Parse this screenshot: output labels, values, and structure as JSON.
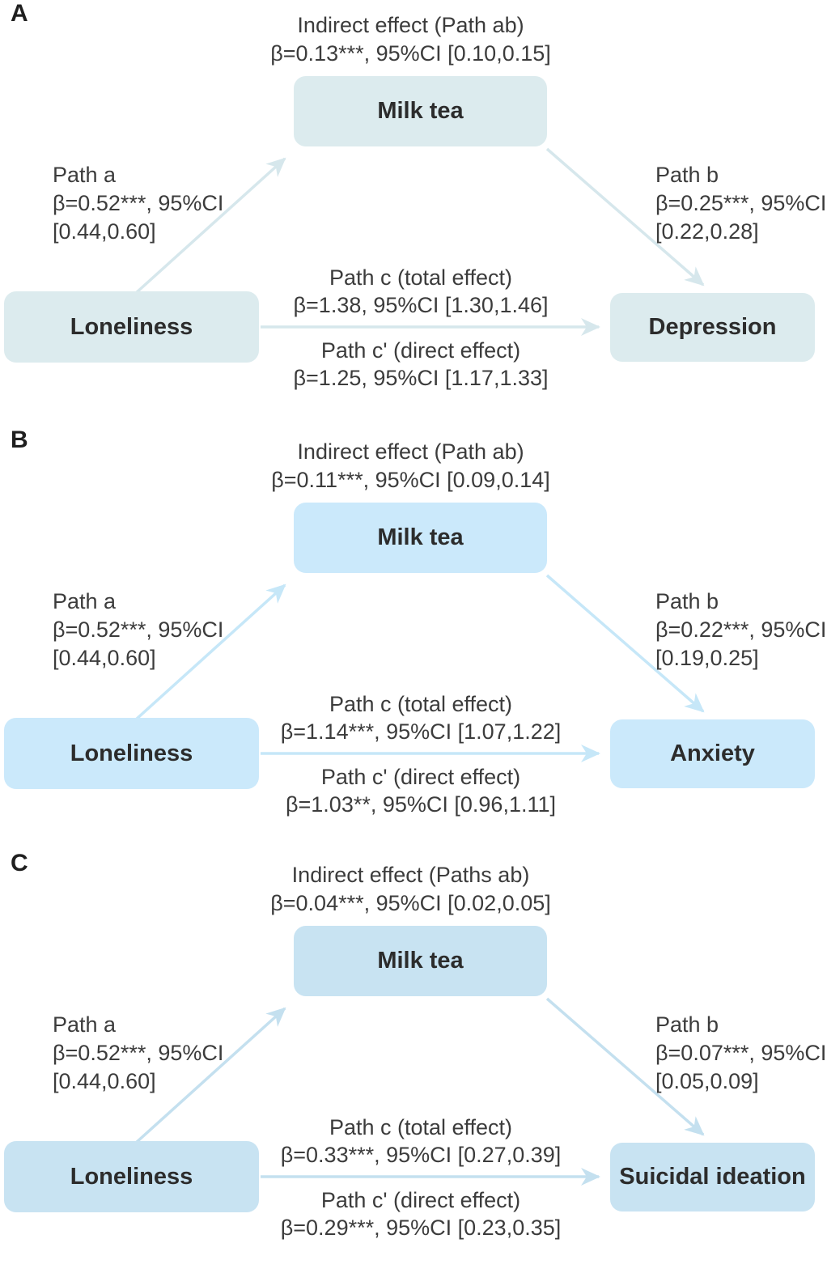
{
  "figure": {
    "background": "#ffffff",
    "text_color": "#3c3c3c",
    "description": "Three-panel mediation path diagrams: Loneliness -> Milk tea -> outcome"
  },
  "panels": [
    {
      "letter": "A",
      "indirect": {
        "title": "Indirect effect (Path ab)",
        "value": "β=0.13***, 95%CI [0.10,0.15]"
      },
      "nodes": {
        "mediator": "Milk tea",
        "predictor": "Loneliness",
        "outcome": "Depression"
      },
      "path_a": {
        "line1": "Path a",
        "line2": "β=0.52***, 95%CI",
        "line3": "[0.44,0.60]"
      },
      "path_b": {
        "line1": "Path b",
        "line2": "β=0.25***, 95%CI",
        "line3": "[0.22,0.28]"
      },
      "path_c_total": {
        "line1": "Path c (total effect)",
        "line2": "β=1.38, 95%CI [1.30,1.46]"
      },
      "path_c_direct": {
        "line1": "Path c' (direct effect)",
        "line2": "β=1.25, 95%CI [1.17,1.33]"
      },
      "colors": {
        "box": "#dcebee",
        "arrow": "#d6e7ec"
      }
    },
    {
      "letter": "B",
      "indirect": {
        "title": "Indirect effect (Path ab)",
        "value": "β=0.11***, 95%CI [0.09,0.14]"
      },
      "nodes": {
        "mediator": "Milk tea",
        "predictor": "Loneliness",
        "outcome": "Anxiety"
      },
      "path_a": {
        "line1": "Path a",
        "line2": "β=0.52***, 95%CI",
        "line3": "[0.44,0.60]"
      },
      "path_b": {
        "line1": "Path b",
        "line2": "β=0.22***, 95%CI",
        "line3": "[0.19,0.25]"
      },
      "path_c_total": {
        "line1": "Path c (total effect)",
        "line2": "β=1.14***, 95%CI [1.07,1.22]"
      },
      "path_c_direct": {
        "line1": "Path c' (direct effect)",
        "line2": "β=1.03**, 95%CI [0.96,1.11]"
      },
      "colors": {
        "box": "#cbe9fb",
        "arrow": "#c6e7f8"
      }
    },
    {
      "letter": "C",
      "indirect": {
        "title": "Indirect effect (Paths ab)",
        "value": "β=0.04***, 95%CI [0.02,0.05]"
      },
      "nodes": {
        "mediator": "Milk tea",
        "predictor": "Loneliness",
        "outcome": "Suicidal ideation"
      },
      "path_a": {
        "line1": "Path a",
        "line2": "β=0.52***, 95%CI",
        "line3": "[0.44,0.60]"
      },
      "path_b": {
        "line1": "Path b",
        "line2": "β=0.07***, 95%CI",
        "line3": "[0.05,0.09]"
      },
      "path_c_total": {
        "line1": "Path c (total effect)",
        "line2": "β=0.33***, 95%CI [0.27,0.39]"
      },
      "path_c_direct": {
        "line1": "Path c' (direct effect)",
        "line2": "β=0.29***, 95%CI [0.23,0.35]"
      },
      "colors": {
        "box": "#c8e3f2",
        "arrow": "#c4e0ef"
      }
    }
  ]
}
